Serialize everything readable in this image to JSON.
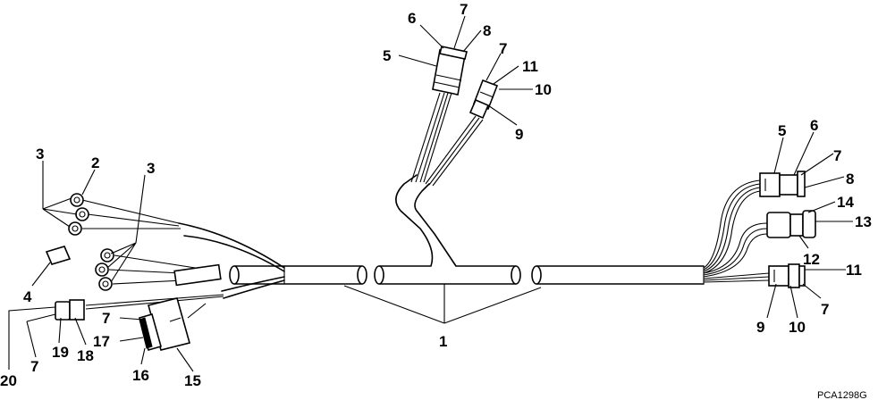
{
  "figure_code": "PCA1298G",
  "callouts": [
    {
      "id": "c1",
      "text": "1"
    },
    {
      "id": "c2",
      "text": "2"
    },
    {
      "id": "c3a",
      "text": "3"
    },
    {
      "id": "c3b",
      "text": "3"
    },
    {
      "id": "c4",
      "text": "4"
    },
    {
      "id": "c5a",
      "text": "5"
    },
    {
      "id": "c5b",
      "text": "5"
    },
    {
      "id": "c6a",
      "text": "6"
    },
    {
      "id": "c6b",
      "text": "6"
    },
    {
      "id": "c7a",
      "text": "7"
    },
    {
      "id": "c7b",
      "text": "7"
    },
    {
      "id": "c7c",
      "text": "7"
    },
    {
      "id": "c7d",
      "text": "7"
    },
    {
      "id": "c7e",
      "text": "7"
    },
    {
      "id": "c7f",
      "text": "7"
    },
    {
      "id": "c8a",
      "text": "8"
    },
    {
      "id": "c8b",
      "text": "8"
    },
    {
      "id": "c9a",
      "text": "9"
    },
    {
      "id": "c9b",
      "text": "9"
    },
    {
      "id": "c10a",
      "text": "10"
    },
    {
      "id": "c10b",
      "text": "10"
    },
    {
      "id": "c11a",
      "text": "11"
    },
    {
      "id": "c11b",
      "text": "11"
    },
    {
      "id": "c12",
      "text": "12"
    },
    {
      "id": "c13",
      "text": "13"
    },
    {
      "id": "c14",
      "text": "14"
    },
    {
      "id": "c15",
      "text": "15"
    },
    {
      "id": "c16",
      "text": "16"
    },
    {
      "id": "c17",
      "text": "17"
    },
    {
      "id": "c18",
      "text": "18"
    },
    {
      "id": "c19",
      "text": "19"
    },
    {
      "id": "c20",
      "text": "20"
    }
  ]
}
